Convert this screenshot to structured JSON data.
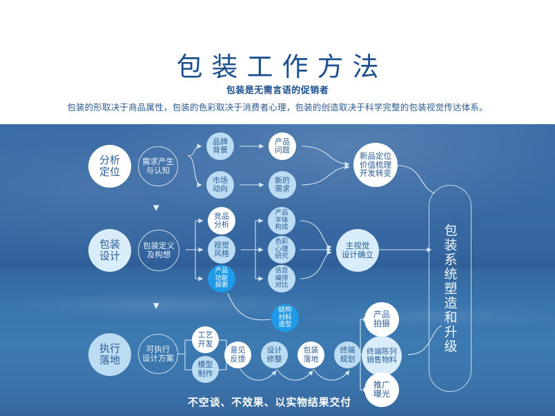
{
  "header": {
    "title": "包装工作方法",
    "subtitle": "包装是无需言语的促销者",
    "description": "包装的形取决于商品属性，包装的色彩取决于消费者心理，包装的创造取决于科学完整的包装视觉传达体系。"
  },
  "colors": {
    "title_blue": "#1b4f8f",
    "node_white": "#ffffff",
    "node_light": "#bcdcf3",
    "node_accent": "#1e9ae8",
    "text_blue": "#2b5d96",
    "stage_blue": "#3a6ca6"
  },
  "diagram": {
    "rows": [
      {
        "id": "row-analysis",
        "stage_label": "分析\n定位",
        "phase_label": "需求产生\n与认知",
        "branch": [
          {
            "label": "品牌\n背景",
            "style": "light"
          },
          {
            "label": "市场\n动向",
            "style": "light"
          }
        ],
        "second": [
          {
            "label": "产品\n问题",
            "style": "white"
          },
          {
            "label": "新的\n需求",
            "style": "light"
          }
        ],
        "result": {
          "label": "新品定位\n价值梳理\n开发转变",
          "style": "white"
        }
      },
      {
        "id": "row-design",
        "stage_label": "包装\n设计",
        "phase_label": "包装定义\n及构想",
        "branch": [
          {
            "label": "竞品\n分析",
            "style": "white"
          },
          {
            "label": "视觉\n风格",
            "style": "light"
          },
          {
            "label": "产品\n功能\n探索",
            "style": "accent"
          }
        ],
        "second": [
          {
            "label": "产品\n字体\n构成",
            "style": "light"
          },
          {
            "label": "色彩\n心理\n研究",
            "style": "light"
          },
          {
            "label": "信息\n编排\n对比",
            "style": "light"
          },
          {
            "label": "结构\n材料\n造型",
            "style": "accent"
          }
        ],
        "result": {
          "label": "主视觉\n设计确立",
          "style": "pale"
        }
      },
      {
        "id": "row-execution",
        "stage_label": "执行\n落地",
        "phase_label": "可执行\n设计方案",
        "branch": [
          {
            "label": "工艺\n开发",
            "style": "white"
          },
          {
            "label": "模型\n制作",
            "style": "light"
          }
        ],
        "chain": [
          {
            "label": "意见\n反馈",
            "style": "white"
          },
          {
            "label": "设计\n修整",
            "style": "light"
          },
          {
            "label": "包装\n落地",
            "style": "white"
          },
          {
            "label": "终端\n规划",
            "style": "light"
          }
        ],
        "outputs": [
          {
            "label": "产品\n拍摄",
            "style": "white"
          },
          {
            "label": "终端陈列\n销售物料",
            "style": "pale"
          },
          {
            "label": "推广\n曝光",
            "style": "white"
          }
        ]
      }
    ],
    "capsule": "包装系统塑造和升级",
    "tagline": "不空谈、不效果、以实物结果交付",
    "chevrons": [
      "chevron-down-icon",
      "chevron-down-icon"
    ]
  }
}
